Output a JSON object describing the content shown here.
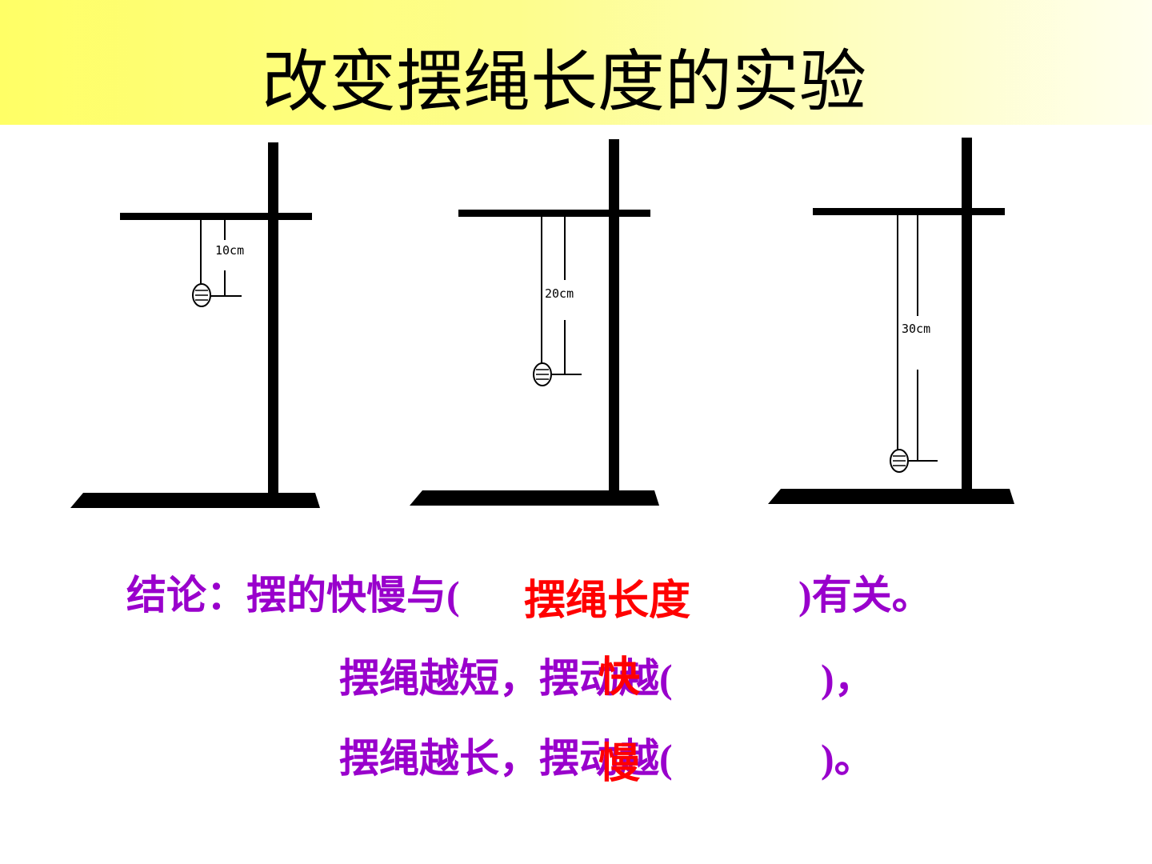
{
  "slide": {
    "title": "改变摆绳长度的实验",
    "header_color": "#ffff66"
  },
  "stands": [
    {
      "length_cm": 10,
      "label": "10cm"
    },
    {
      "length_cm": 20,
      "label": "20cm"
    },
    {
      "length_cm": 30,
      "label": "30cm"
    }
  ],
  "conclusion": {
    "line1_prefix": "结论：摆的快慢与(",
    "line1_answer": "摆绳长度",
    "line1_suffix": ")有关。",
    "line2_prefix": "摆绳越短，摆动越(",
    "line2_answer": "快",
    "line2_suffix": ")，",
    "line3_prefix": "摆绳越长，摆动越(",
    "line3_answer": "慢",
    "line3_suffix": ")。",
    "text_color": "#9900cc",
    "answer_color": "#ff0000"
  }
}
